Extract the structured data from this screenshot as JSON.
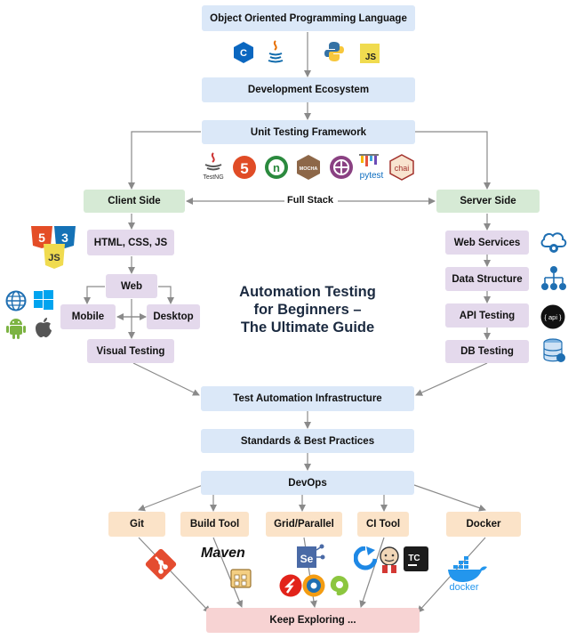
{
  "title": [
    "Automation Testing",
    "for Beginners –",
    "The Ultimate Guide"
  ],
  "boxes": {
    "oop": "Object Oriented Programming Language",
    "dev_eco": "Development Ecosystem",
    "unit": "Unit Testing Framework",
    "client": "Client Side",
    "server": "Server Side",
    "html": "HTML, CSS, JS",
    "web": "Web",
    "mobile": "Mobile",
    "desktop": "Desktop",
    "visual": "Visual Testing",
    "web_services": "Web Services",
    "data_structure": "Data Structure",
    "api": "API Testing",
    "db": "DB Testing",
    "infra": "Test Automation Infrastructure",
    "standards": "Standards & Best Practices",
    "devops": "DevOps",
    "git": "Git",
    "build": "Build Tool",
    "grid": "Grid/Parallel",
    "ci": "CI Tool",
    "docker": "Docker",
    "explore": "Keep Exploring ..."
  },
  "full_stack": "Full Stack",
  "logos": {
    "js": "JS",
    "testng": "TestNG",
    "pytest": "pytest",
    "chai": "chai",
    "maven": "Maven",
    "docker": "docker",
    "se": "Se",
    "tc": "TC",
    "api": "{ api }",
    "html5": "5",
    "css3": "3",
    "nunit": "n",
    "mocha": "MOCHA"
  },
  "colors": {
    "blue": "#dbe8f8",
    "green": "#d6ead5",
    "purple": "#e4d9ec",
    "orange": "#fbe3c8",
    "pink": "#f7d3d3",
    "arrow": "#8a8a8a"
  }
}
